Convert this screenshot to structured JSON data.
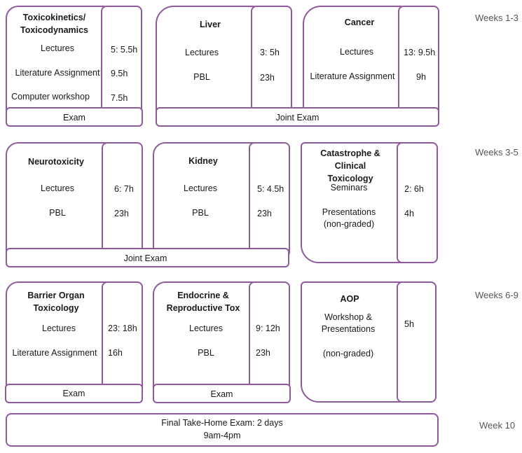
{
  "weeks": [
    "Weeks 1-3",
    "Weeks 3-5",
    "Weeks 6-9",
    "Week 10"
  ],
  "modules": {
    "toxico": {
      "title": "Toxicokinetics/ Toxicodynamics",
      "rows": [
        {
          "label": "Lectures",
          "value": "5: 5.5h"
        },
        {
          "label": "Literature Assignment",
          "value": "9.5h"
        },
        {
          "label": "Computer workshop",
          "value": "7.5h"
        }
      ]
    },
    "liver": {
      "title": "Liver",
      "rows": [
        {
          "label": "Lectures",
          "value": "3: 5h"
        },
        {
          "label": "PBL",
          "value": "23h"
        }
      ]
    },
    "cancer": {
      "title": "Cancer",
      "rows": [
        {
          "label": "Lectures",
          "value": "13: 9.5h"
        },
        {
          "label": "Literature Assignment",
          "value": "9h"
        }
      ]
    },
    "neuro": {
      "title": "Neurotoxicity",
      "rows": [
        {
          "label": "Lectures",
          "value": "6: 7h"
        },
        {
          "label": "PBL",
          "value": "23h"
        }
      ]
    },
    "kidney": {
      "title": "Kidney",
      "rows": [
        {
          "label": "Lectures",
          "value": "5: 4.5h"
        },
        {
          "label": "PBL",
          "value": "23h"
        }
      ]
    },
    "catastrophe": {
      "title": "Catastrophe & Clinical Toxicology",
      "rows": [
        {
          "label": "Seminars",
          "value": "2: 6h"
        },
        {
          "label": "Presentations (non-graded)",
          "value": "4h"
        }
      ]
    },
    "barrier": {
      "title": "Barrier Organ Toxicology",
      "rows": [
        {
          "label": "Lectures",
          "value": "23: 18h"
        },
        {
          "label": "Literature Assignment",
          "value": "16h"
        }
      ]
    },
    "endocrine": {
      "title": "Endocrine & Reproductive Tox",
      "rows": [
        {
          "label": "Lectures",
          "value": "9: 12h"
        },
        {
          "label": "PBL",
          "value": "23h"
        }
      ]
    },
    "aop": {
      "title": "AOP",
      "rows": [
        {
          "label": "Workshop & Presentations",
          "value": "5h"
        },
        {
          "label": "(non-graded)",
          "value": ""
        }
      ]
    }
  },
  "exams": {
    "toxico": "Exam",
    "liver_cancer": "Joint Exam",
    "neuro_kidney": "Joint Exam",
    "barrier": "Exam",
    "endocrine": "Exam"
  },
  "final_exam": {
    "line1": "Final Take-Home Exam: 2 days",
    "line2": "9am-4pm"
  }
}
